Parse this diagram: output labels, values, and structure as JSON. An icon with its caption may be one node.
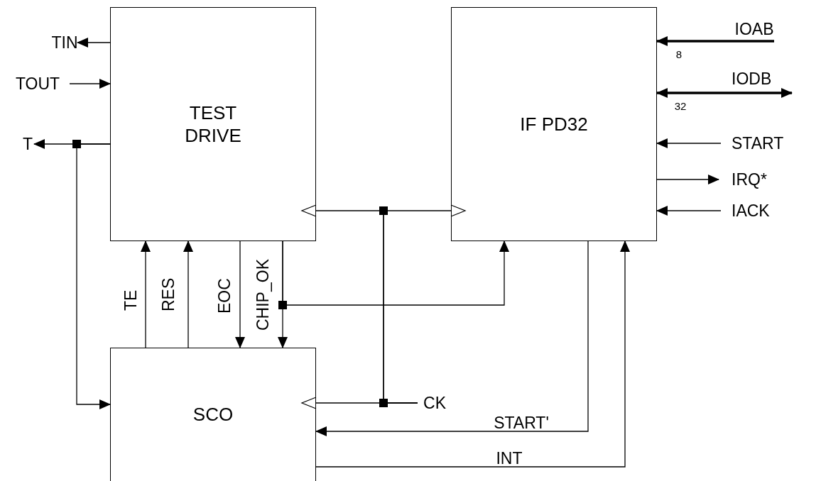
{
  "diagram": {
    "nodes": [
      {
        "text": [
          "TEST DRIVE"
        ]
      },
      {
        "text": [
          "IF PD32"
        ]
      },
      {
        "text": [
          "SCO"
        ]
      },
      {
        "text": [
          "TIN"
        ]
      },
      {
        "text": [
          "TOUT"
        ]
      },
      {
        "text": [
          "T"
        ]
      },
      {
        "text": [
          "CK"
        ]
      },
      {
        "text": [
          "IOAB"
        ]
      },
      {
        "text": [
          "IODB"
        ]
      },
      {
        "text": [
          "START"
        ]
      },
      {
        "text": [
          "IRQ*"
        ]
      },
      {
        "text": [
          "IACK"
        ]
      }
    ],
    "edges": [
      {
        "from": 0,
        "to": 3,
        "arrow": "to"
      },
      {
        "from": 4,
        "to": 0,
        "arrow": "to"
      },
      {
        "from": 0,
        "to": 5,
        "arrow": "to"
      },
      {
        "from": 0,
        "to": 2,
        "arrow": "to"
      },
      {
        "from": 6,
        "to": 2,
        "arrow": "to"
      },
      {
        "from": 6,
        "to": 0,
        "arrow": "to"
      },
      {
        "from": 6,
        "to": 1,
        "arrow": "to"
      },
      {
        "from": 2,
        "to": 0,
        "arrow": "to",
        "label": "TE"
      },
      {
        "from": 2,
        "to": 0,
        "arrow": "to",
        "label": "RES"
      },
      {
        "from": 0,
        "to": 2,
        "arrow": "to",
        "label": "EOC"
      },
      {
        "from": 0,
        "to": 2,
        "arrow": "to",
        "label": "CHIP_OK"
      },
      {
        "from": 0,
        "to": 1,
        "arrow": "to"
      },
      {
        "from": 1,
        "to": 2,
        "arrow": "to",
        "label": "START'"
      },
      {
        "from": 2,
        "to": 1,
        "arrow": "to",
        "label": "INT"
      },
      {
        "from": 7,
        "to": 1,
        "arrow": "to",
        "style": "thick"
      },
      {
        "from": 1,
        "to": 8,
        "arrow": "both",
        "style": "thick"
      },
      {
        "from": 9,
        "to": 1,
        "arrow": "to"
      },
      {
        "from": 1,
        "to": 10,
        "arrow": "to"
      },
      {
        "from": 11,
        "to": 1,
        "arrow": "to"
      }
    ],
    "labels": [
      "8",
      "32"
    ]
  }
}
